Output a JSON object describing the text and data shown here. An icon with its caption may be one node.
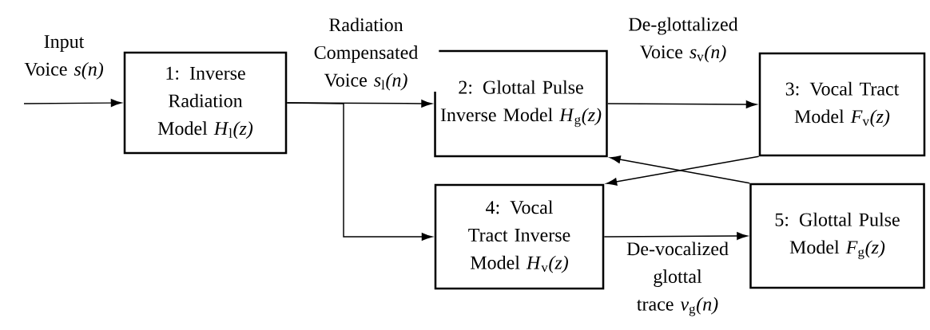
{
  "diagram": {
    "nodes": [
      {
        "text": [
          "1: Inverse Radiation Model *H*$_{l}$*(z)*"
        ]
      },
      {
        "text": [
          "2: Glottal Pulse Inverse Model *H*$_{g}$*(z)*"
        ]
      },
      {
        "text": [
          "3: Vocal Tract Model *F*$_{v}$*(z)*"
        ]
      },
      {
        "text": [
          "4: Vocal Tract Inverse Model *H*$_{v}$*(z)*"
        ]
      },
      {
        "text": [
          "5: Glottal Pulse Model *F*$_{g}$*(z)*"
        ]
      }
    ],
    "edges": [
      {
        "from": null,
        "to": 0,
        "arrow": "to",
        "label": "Input Voice *s(n)*"
      },
      {
        "from": 0,
        "to": 1,
        "arrow": "to",
        "label": "Radiation Compensated Voice *s*$_{l}$*(n)*"
      },
      {
        "from": 0,
        "to": 3,
        "arrow": "to"
      },
      {
        "from": 1,
        "to": 2,
        "arrow": "to",
        "label": "De-glottalized Voice *s*$_{v}$*(n)*"
      },
      {
        "from": 2,
        "to": 3,
        "arrow": "to"
      },
      {
        "from": 4,
        "to": 1,
        "arrow": "to"
      },
      {
        "from": 3,
        "to": 4,
        "arrow": "to",
        "label": "De-vocalized glottal trace *v*$_{g}$*(n)*"
      }
    ]
  }
}
